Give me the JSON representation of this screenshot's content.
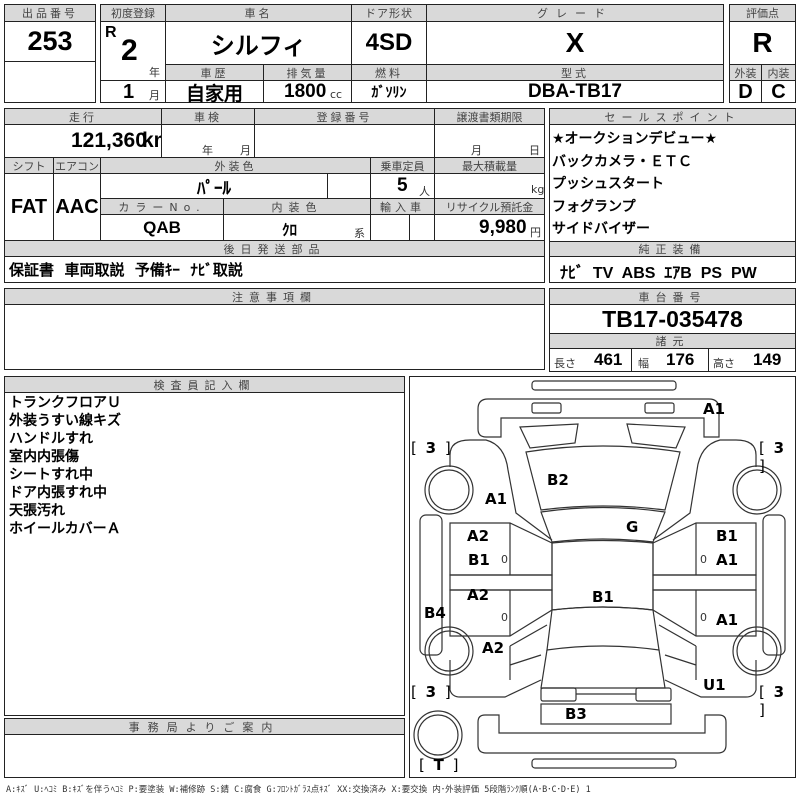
{
  "lot": {
    "label": "出品番号",
    "value": "253"
  },
  "first_reg": {
    "label": "初度登録",
    "era": "R",
    "year": "2",
    "year_unit": "年",
    "month": "1",
    "month_unit": "月"
  },
  "car_name": {
    "label": "車名",
    "value": "シルフィ"
  },
  "door": {
    "label": "ドア形状",
    "value": "4SD"
  },
  "grade": {
    "label": "グレード",
    "value": "X"
  },
  "score": {
    "label": "評価点",
    "value": "R",
    "exterior_label": "外装",
    "interior_label": "内装",
    "exterior": "D",
    "interior": "C"
  },
  "history": {
    "label": "車歴",
    "value": "自家用"
  },
  "displacement": {
    "label": "排気量",
    "value": "1800",
    "unit": "cc"
  },
  "fuel": {
    "label": "燃料",
    "value": "ｶﾞｿﾘﾝ"
  },
  "model": {
    "label": "型式",
    "value": "DBA-TB17"
  },
  "mileage": {
    "label": "走行",
    "value": "121,360",
    "unit": "km"
  },
  "inspection": {
    "label": "車検",
    "year_unit": "年",
    "month_unit": "月"
  },
  "registration": {
    "label": "登録番号",
    "value": ""
  },
  "transfer": {
    "label": "譲渡書類期限",
    "month_unit": "月",
    "day_unit": "日"
  },
  "shift": {
    "label": "シフト",
    "value": "FAT"
  },
  "aircon": {
    "label": "エアコン",
    "value": "AAC"
  },
  "ext_color": {
    "label": "外装色",
    "value": "ﾊﾟｰﾙ"
  },
  "capacity": {
    "label": "乗車定員",
    "value": "5",
    "unit": "人"
  },
  "max_load": {
    "label": "最大積載量",
    "value": "",
    "unit": "kg"
  },
  "color_no": {
    "label": "カラーNo.",
    "value": "QAB"
  },
  "int_color": {
    "label": "内装色",
    "value": "ｸﾛ",
    "suffix": "系"
  },
  "import": {
    "label": "輸入車",
    "value": ""
  },
  "recycle": {
    "label": "リサイクル預託金",
    "value": "9,980",
    "unit": "円"
  },
  "later_parts": {
    "label": "後日発送部品",
    "value": "保証書  車両取説  予備ｷｰ  ﾅﾋﾞ取説"
  },
  "sales_points": {
    "label": "セールスポイント",
    "items": [
      "★オークションデビュー★",
      "バックカメラ・ＥＴＣ",
      "プッシュスタート",
      "フォグランプ",
      "サイドバイザー"
    ]
  },
  "equipment": {
    "label": "純正装備",
    "value": "ﾅﾋﾞ  TV  ABS  ｴｱB  PS  PW"
  },
  "notes": {
    "label": "注意事項欄",
    "value": ""
  },
  "chassis": {
    "label": "車台番号",
    "value": "TB17-035478"
  },
  "specs": {
    "label": "諸元",
    "length_label": "長さ",
    "length": "461",
    "width_label": "幅",
    "width": "176",
    "height_label": "高さ",
    "height": "149"
  },
  "inspector": {
    "label": "検査員記入欄",
    "items": [
      "トランクフロアＵ",
      "外装うすい線キズ",
      "ハンドルすれ",
      "室内内張傷",
      "シートすれ中",
      "ドア内張すれ中",
      "天張汚れ",
      "ホイールカバーＡ"
    ]
  },
  "office": {
    "label": "事務局よりご案内",
    "value": ""
  },
  "diagram": {
    "marks": {
      "front_bumper": "A1",
      "hood": "B2",
      "front_left_fender": "A1",
      "windshield": "G",
      "left_front_door_top": "A2",
      "left_front_door_bottom": "B1",
      "right_front_door_top": "B1",
      "right_front_door_bottom": "A1",
      "left_rear_door": "A2",
      "roof": "B1",
      "left_rocker": "B4",
      "right_rear_door": "A1",
      "left_rear_fender": "A2",
      "right_rear_fender": "U1",
      "trunk": "B3"
    },
    "small_zero": "0",
    "tire_front_left": "3",
    "tire_front_right": "3",
    "tire_rear_left": "3",
    "tire_rear_right": "3",
    "spare": "T"
  },
  "legend": "A:ｷｽﾞ  U:ﾍｺﾐ  B:ｷｽﾞを伴うﾍｺﾐ  P:要塗装  W:補修跡  S:錆  C:腐食  G:ﾌﾛﾝﾄｶﾞﾗｽ点ｷｽﾞ  XX:交換済み  X:要交換   内･外装評価  5段階ﾗﾝｸ順(A･B･C･D･E) 1"
}
